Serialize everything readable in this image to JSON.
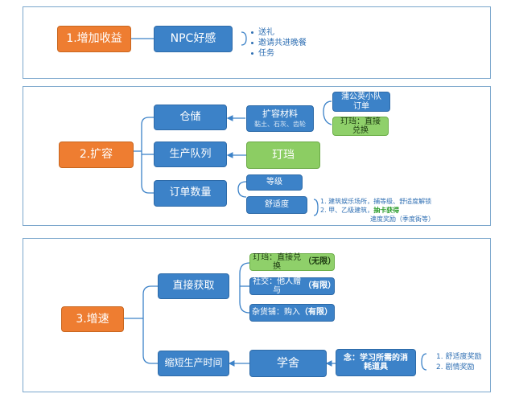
{
  "section1": {
    "main": "1.增加收益",
    "node": "NPC好感",
    "items": [
      "送礼",
      "邀请共进晚餐",
      "任务"
    ]
  },
  "section2": {
    "main": "2.扩容",
    "storage": "仓储",
    "expand": "扩容材料",
    "expand_sub": "黏土、石灰、齿轮",
    "dandelion": "蒲公英小队订单",
    "dingdang_exchange": "玎珰：直接兑换",
    "queue": "生产队列",
    "dingdang": "玎珰",
    "order_count": "订单数量",
    "level": "等级",
    "comfort": "舒适度",
    "notes": {
      "n1": "1. 建筑娱乐场所，捕等级、舒适度解锁",
      "n2_a": "2. 甲、乙级建筑，",
      "n2_b": "抽卡获得",
      "n3": "速度奖励（季度衙等）"
    }
  },
  "section3": {
    "main": "3.增速",
    "direct": "直接获取",
    "d1_a": "玎珰：直接兑换",
    "d1_b": "（无限）",
    "d2_a": "社交：他人赠与",
    "d2_b": "（有限）",
    "d3_a": "杂货铺：购入",
    "d3_b": "（有限）",
    "shorten": "缩短生产时间",
    "study": "学舍",
    "consume": "念：学习所需的消耗道具",
    "rewards": [
      "1. 舒适度奖励",
      "2. 剧情奖励"
    ]
  }
}
